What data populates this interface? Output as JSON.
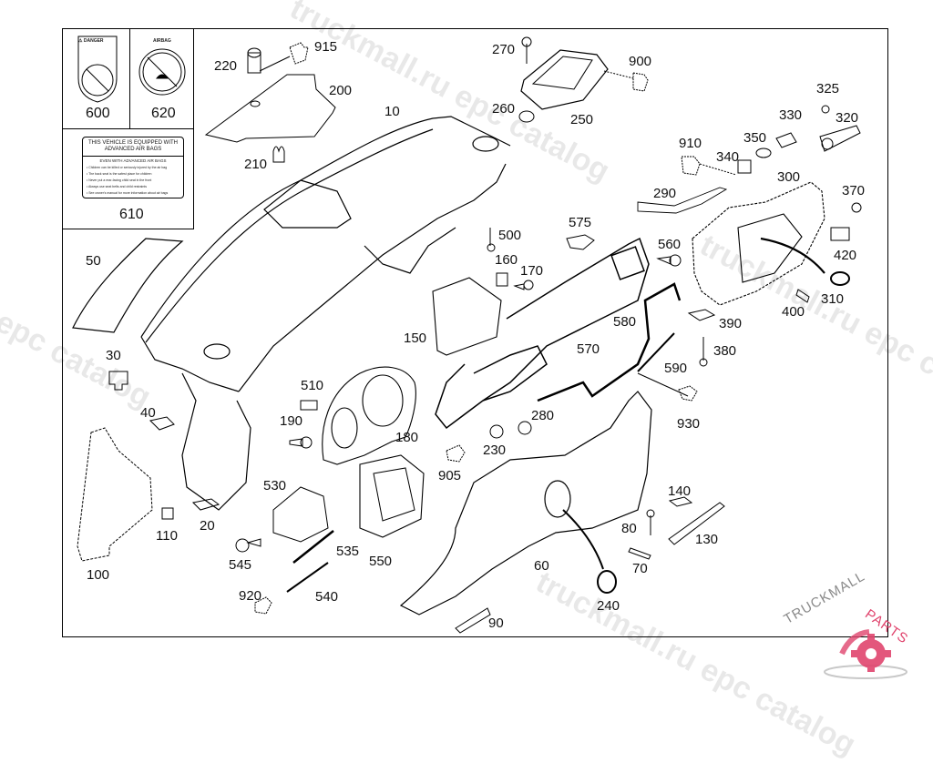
{
  "diagram": {
    "type": "exploded-parts-view",
    "subject": "Instrument panel / dashboard assembly"
  },
  "stickers": {
    "s600": {
      "label": "600",
      "header": "⚠ DANGER"
    },
    "s620": {
      "label": "620",
      "header": "AIRBAG"
    },
    "s610": {
      "label": "610",
      "title_line1": "THIS VEHICLE IS EQUIPPED WITH",
      "title_line2": "ADVANCED AIR BAGS",
      "subheader": "EVEN WITH ADVANCED AIR BAGS",
      "bullets": [
        "• Children can be killed or seriously injured by the air bag",
        "• The back seat is the safest place for children",
        "• Never put a rear-facing child seat in the front",
        "• Always use seat belts and child restraints",
        "• See owner's manual for more information about air bags"
      ]
    }
  },
  "callouts": [
    {
      "id": "10",
      "text": "10"
    },
    {
      "id": "20",
      "text": "20"
    },
    {
      "id": "30",
      "text": "30"
    },
    {
      "id": "40",
      "text": "40"
    },
    {
      "id": "50",
      "text": "50"
    },
    {
      "id": "60",
      "text": "60"
    },
    {
      "id": "70",
      "text": "70"
    },
    {
      "id": "80",
      "text": "80"
    },
    {
      "id": "90",
      "text": "90"
    },
    {
      "id": "100",
      "text": "100"
    },
    {
      "id": "110",
      "text": "110"
    },
    {
      "id": "130",
      "text": "130"
    },
    {
      "id": "140",
      "text": "140"
    },
    {
      "id": "150",
      "text": "150"
    },
    {
      "id": "160",
      "text": "160"
    },
    {
      "id": "170",
      "text": "170"
    },
    {
      "id": "180",
      "text": "180"
    },
    {
      "id": "190",
      "text": "190"
    },
    {
      "id": "200",
      "text": "200"
    },
    {
      "id": "210",
      "text": "210"
    },
    {
      "id": "220",
      "text": "220"
    },
    {
      "id": "230",
      "text": "230"
    },
    {
      "id": "240",
      "text": "240"
    },
    {
      "id": "250",
      "text": "250"
    },
    {
      "id": "260",
      "text": "260"
    },
    {
      "id": "270",
      "text": "270"
    },
    {
      "id": "280",
      "text": "280"
    },
    {
      "id": "290",
      "text": "290"
    },
    {
      "id": "300",
      "text": "300"
    },
    {
      "id": "310",
      "text": "310"
    },
    {
      "id": "320",
      "text": "320"
    },
    {
      "id": "325",
      "text": "325"
    },
    {
      "id": "330",
      "text": "330"
    },
    {
      "id": "340",
      "text": "340"
    },
    {
      "id": "350",
      "text": "350"
    },
    {
      "id": "370",
      "text": "370"
    },
    {
      "id": "380",
      "text": "380"
    },
    {
      "id": "390",
      "text": "390"
    },
    {
      "id": "400",
      "text": "400"
    },
    {
      "id": "420",
      "text": "420"
    },
    {
      "id": "500",
      "text": "500"
    },
    {
      "id": "510",
      "text": "510"
    },
    {
      "id": "530",
      "text": "530"
    },
    {
      "id": "535",
      "text": "535"
    },
    {
      "id": "540",
      "text": "540"
    },
    {
      "id": "545",
      "text": "545"
    },
    {
      "id": "550",
      "text": "550"
    },
    {
      "id": "560",
      "text": "560"
    },
    {
      "id": "570",
      "text": "570"
    },
    {
      "id": "575",
      "text": "575"
    },
    {
      "id": "580",
      "text": "580"
    },
    {
      "id": "590",
      "text": "590"
    },
    {
      "id": "900",
      "text": "900"
    },
    {
      "id": "905",
      "text": "905"
    },
    {
      "id": "910",
      "text": "910"
    },
    {
      "id": "915",
      "text": "915"
    },
    {
      "id": "920",
      "text": "920"
    },
    {
      "id": "930",
      "text": "930"
    }
  ],
  "watermarks": {
    "text_a": "truckmall.ru epc catalog",
    "text_b": "u epc catalog",
    "text_c": "truckmall.ru epc catalog"
  },
  "brand": {
    "left": "TRUCKMALL",
    "right": "PARTS",
    "left_color": "#8a8a8a",
    "right_color": "#e0456e"
  }
}
